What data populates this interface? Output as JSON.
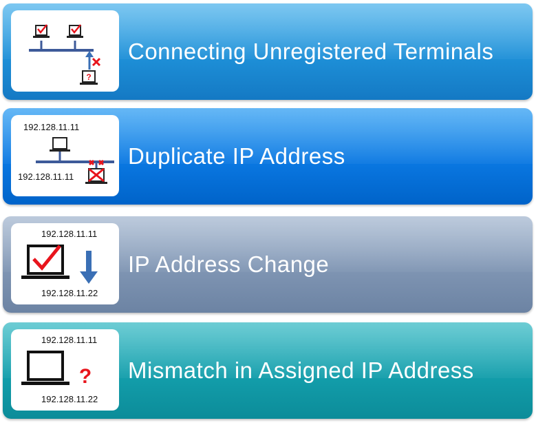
{
  "items": [
    {
      "label": "Connecting Unregistered Terminals",
      "icon": "unregistered-terminal-icon"
    },
    {
      "label": "Duplicate IP Address",
      "icon": "duplicate-ip-icon",
      "ip_top": "192.128.11.11",
      "ip_bottom": "192.128.11.11"
    },
    {
      "label": "IP Address Change",
      "icon": "ip-change-icon",
      "ip_top": "192.128.11.11",
      "ip_bottom": "192.128.11.22"
    },
    {
      "label": "Mismatch in Assigned IP Address",
      "icon": "ip-mismatch-icon",
      "ip_top": "192.128.11.11",
      "ip_bottom": "192.128.11.22"
    }
  ],
  "colors": {
    "card1": "#1e90d8",
    "card2": "#0a78e2",
    "card3": "#7f95b3",
    "card4": "#139eab",
    "network_line": "#3d5a99",
    "alert_red": "#e8141c",
    "arrow_blue": "#3a6fb5"
  },
  "question_mark": "?"
}
